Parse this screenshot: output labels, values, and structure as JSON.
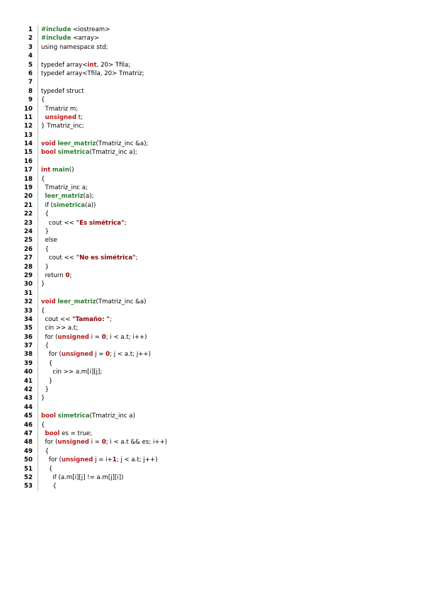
{
  "code": {
    "lines": [
      {
        "n": "1",
        "tokens": [
          [
            "pp",
            "#include"
          ],
          [
            "txt",
            " <iostream>"
          ]
        ]
      },
      {
        "n": "2",
        "tokens": [
          [
            "pp",
            "#include"
          ],
          [
            "txt",
            " <array>"
          ]
        ]
      },
      {
        "n": "3",
        "tokens": [
          [
            "txt",
            "using namespace std;"
          ]
        ]
      },
      {
        "n": "4",
        "tokens": []
      },
      {
        "n": "5",
        "tokens": [
          [
            "txt",
            "typedef array<"
          ],
          [
            "kw",
            "int"
          ],
          [
            "txt",
            ", 20> Tfila;"
          ]
        ]
      },
      {
        "n": "6",
        "tokens": [
          [
            "txt",
            "typedef array<Tfila, 20> Tmatriz;"
          ]
        ]
      },
      {
        "n": "7",
        "tokens": []
      },
      {
        "n": "8",
        "tokens": [
          [
            "txt",
            "typedef struct"
          ]
        ]
      },
      {
        "n": "9",
        "tokens": [
          [
            "txt",
            "{"
          ]
        ]
      },
      {
        "n": "10",
        "tokens": [
          [
            "txt",
            "  Tmatriz m;"
          ]
        ]
      },
      {
        "n": "11",
        "tokens": [
          [
            "txt",
            "  "
          ],
          [
            "kw",
            "unsigned"
          ],
          [
            "txt",
            " t;"
          ]
        ]
      },
      {
        "n": "12",
        "tokens": [
          [
            "txt",
            "} Tmatriz_inc;"
          ]
        ]
      },
      {
        "n": "13",
        "tokens": []
      },
      {
        "n": "14",
        "tokens": [
          [
            "kw",
            "void"
          ],
          [
            "txt",
            " "
          ],
          [
            "fn",
            "leer_matriz"
          ],
          [
            "txt",
            "(Tmatriz_inc &a);"
          ]
        ]
      },
      {
        "n": "15",
        "tokens": [
          [
            "kw",
            "bool"
          ],
          [
            "txt",
            " "
          ],
          [
            "fn",
            "simetrica"
          ],
          [
            "txt",
            "(Tmatriz_inc a);"
          ]
        ]
      },
      {
        "n": "16",
        "tokens": []
      },
      {
        "n": "17",
        "tokens": [
          [
            "kw",
            "int"
          ],
          [
            "txt",
            " "
          ],
          [
            "fn",
            "main"
          ],
          [
            "txt",
            "()"
          ]
        ]
      },
      {
        "n": "18",
        "tokens": [
          [
            "txt",
            "{"
          ]
        ]
      },
      {
        "n": "19",
        "tokens": [
          [
            "txt",
            "  Tmatriz_inc a;"
          ]
        ]
      },
      {
        "n": "20",
        "tokens": [
          [
            "txt",
            "  "
          ],
          [
            "fn",
            "leer_matriz"
          ],
          [
            "txt",
            "(a);"
          ]
        ]
      },
      {
        "n": "21",
        "tokens": [
          [
            "txt",
            "  if ("
          ],
          [
            "fn",
            "simetrica"
          ],
          [
            "txt",
            "(a))"
          ]
        ]
      },
      {
        "n": "22",
        "tokens": [
          [
            "txt",
            "  {"
          ]
        ]
      },
      {
        "n": "23",
        "tokens": [
          [
            "txt",
            "    cout << "
          ],
          [
            "str",
            "\"Es simétrica\""
          ],
          [
            "txt",
            ";"
          ]
        ]
      },
      {
        "n": "24",
        "tokens": [
          [
            "txt",
            "  }"
          ]
        ]
      },
      {
        "n": "25",
        "tokens": [
          [
            "txt",
            "  else"
          ]
        ]
      },
      {
        "n": "26",
        "tokens": [
          [
            "txt",
            "  {"
          ]
        ]
      },
      {
        "n": "27",
        "tokens": [
          [
            "txt",
            "    cout << "
          ],
          [
            "str",
            "\"No es simétrica\""
          ],
          [
            "txt",
            ";"
          ]
        ]
      },
      {
        "n": "28",
        "tokens": [
          [
            "txt",
            "  }"
          ]
        ]
      },
      {
        "n": "29",
        "tokens": [
          [
            "txt",
            "  return "
          ],
          [
            "num",
            "0"
          ],
          [
            "txt",
            ";"
          ]
        ]
      },
      {
        "n": "30",
        "tokens": [
          [
            "txt",
            "}"
          ]
        ]
      },
      {
        "n": "31",
        "tokens": []
      },
      {
        "n": "32",
        "tokens": [
          [
            "kw",
            "void"
          ],
          [
            "txt",
            " "
          ],
          [
            "fn",
            "leer_matriz"
          ],
          [
            "txt",
            "(Tmatriz_inc &a)"
          ]
        ]
      },
      {
        "n": "33",
        "tokens": [
          [
            "txt",
            "{"
          ]
        ]
      },
      {
        "n": "34",
        "tokens": [
          [
            "txt",
            "  cout << "
          ],
          [
            "str",
            "\"Tamaño: \""
          ],
          [
            "txt",
            ";"
          ]
        ]
      },
      {
        "n": "35",
        "tokens": [
          [
            "txt",
            "  cin >> a.t;"
          ]
        ]
      },
      {
        "n": "36",
        "tokens": [
          [
            "txt",
            "  for ("
          ],
          [
            "kw",
            "unsigned"
          ],
          [
            "txt",
            " i = "
          ],
          [
            "num",
            "0"
          ],
          [
            "txt",
            "; i < a.t; i++)"
          ]
        ]
      },
      {
        "n": "37",
        "tokens": [
          [
            "txt",
            "  {"
          ]
        ]
      },
      {
        "n": "38",
        "tokens": [
          [
            "txt",
            "    for ("
          ],
          [
            "kw",
            "unsigned"
          ],
          [
            "txt",
            " j = "
          ],
          [
            "num",
            "0"
          ],
          [
            "txt",
            "; j < a.t; j++)"
          ]
        ]
      },
      {
        "n": "39",
        "tokens": [
          [
            "txt",
            "    {"
          ]
        ]
      },
      {
        "n": "40",
        "tokens": [
          [
            "txt",
            "      cin >> a.m[i][j];"
          ]
        ]
      },
      {
        "n": "41",
        "tokens": [
          [
            "txt",
            "    }"
          ]
        ]
      },
      {
        "n": "42",
        "tokens": [
          [
            "txt",
            "  }"
          ]
        ]
      },
      {
        "n": "43",
        "tokens": [
          [
            "txt",
            "}"
          ]
        ]
      },
      {
        "n": "44",
        "tokens": []
      },
      {
        "n": "45",
        "tokens": [
          [
            "kw",
            "bool"
          ],
          [
            "txt",
            " "
          ],
          [
            "fn",
            "simetrica"
          ],
          [
            "txt",
            "(Tmatriz_inc a)"
          ]
        ]
      },
      {
        "n": "46",
        "tokens": [
          [
            "txt",
            "{"
          ]
        ]
      },
      {
        "n": "47",
        "tokens": [
          [
            "txt",
            "  "
          ],
          [
            "kw",
            "bool"
          ],
          [
            "txt",
            " es = true;"
          ]
        ]
      },
      {
        "n": "48",
        "tokens": [
          [
            "txt",
            "  for ("
          ],
          [
            "kw",
            "unsigned"
          ],
          [
            "txt",
            " i = "
          ],
          [
            "num",
            "0"
          ],
          [
            "txt",
            "; i < a.t && es; i++)"
          ]
        ]
      },
      {
        "n": "49",
        "tokens": [
          [
            "txt",
            "  {"
          ]
        ]
      },
      {
        "n": "50",
        "tokens": [
          [
            "txt",
            "    for ("
          ],
          [
            "kw",
            "unsigned"
          ],
          [
            "txt",
            " j = i+"
          ],
          [
            "num",
            "1"
          ],
          [
            "txt",
            "; j < a.t; j++)"
          ]
        ]
      },
      {
        "n": "51",
        "tokens": [
          [
            "txt",
            "    {"
          ]
        ]
      },
      {
        "n": "52",
        "tokens": [
          [
            "txt",
            "      if (a.m[i][j] != a.m[j][i])"
          ]
        ]
      },
      {
        "n": "53",
        "tokens": [
          [
            "txt",
            "      {"
          ]
        ]
      }
    ]
  }
}
